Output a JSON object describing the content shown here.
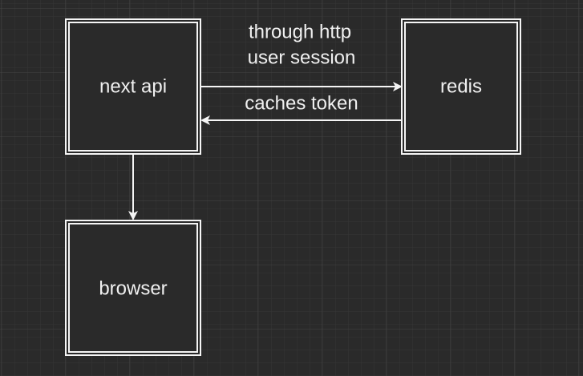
{
  "theme": {
    "background": "#2a2a2a",
    "grid_minor": "#363636",
    "grid_major": "#404040",
    "stroke": "#f5f5f5",
    "node_fill": "#2a2a2a",
    "text": "#f0f0f0"
  },
  "nodes": {
    "next_api": {
      "label": "next api"
    },
    "redis": {
      "label": "redis"
    },
    "browser": {
      "label": "browser"
    }
  },
  "edges": {
    "api_to_redis": {
      "label_line1": "through http",
      "label_line2": "user session"
    },
    "redis_to_api": {
      "label": "caches token"
    },
    "api_to_browser": {
      "label": ""
    }
  }
}
